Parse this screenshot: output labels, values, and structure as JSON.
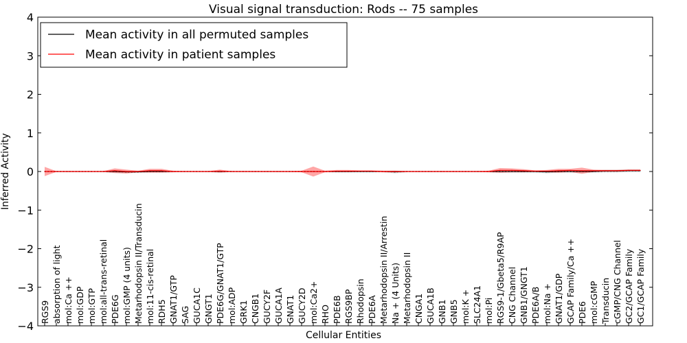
{
  "chart_data": {
    "type": "line",
    "title": "Visual signal transduction: Rods -- 75 samples",
    "xlabel": "Cellular Entities",
    "ylabel": "Inferred Activity",
    "ylim": [
      -4,
      4
    ],
    "yticks": [
      "−4",
      "−3",
      "−2",
      "−1",
      "0",
      "1",
      "2",
      "3",
      "4"
    ],
    "grid": false,
    "legend_position": "top-left",
    "categories": [
      "RGS9",
      "absorption of light",
      "mol:Ca ++",
      "mol:GDP",
      "mol:GTP",
      "mol:all-trans-retinal",
      "PDE6G",
      "mol:GMP (4 units)",
      "Metarhodopsin II/Transducin",
      "mol:11-cis-retinal",
      "RDH5",
      "GNAT1/GTP",
      "SAG",
      "GUCA1C",
      "GNGT1",
      "PDE6G/GNAT1/GTP",
      "mol:ADP",
      "GRK1",
      "CNGB1",
      "GUCY2F",
      "GUCA1A",
      "GNAT1",
      "GUCY2D",
      "mol:Ca2+",
      "RHO",
      "PDE6B",
      "RGS9BP",
      "Rhodopsin",
      "PDE6A",
      "Metarhodopsin II/Arrestin",
      "Na + (4 Units)",
      "Metarhodopsin II",
      "CNGA1",
      "GUCA1B",
      "GNB1",
      "GNB5",
      "mol:K +",
      "SLC24A1",
      "mol:Pi",
      "RGS9-1/Gbeta5/R9AP",
      "CNG Channel",
      "GNB1/GNGT1",
      "PDE6A/B",
      "mol:Na +",
      "GNAT1/GDP",
      "GCAP Family/Ca ++",
      "PDE6",
      "mol:cGMP",
      "Transducin",
      "cGMP/CNG Channel",
      "GC2/GCAP Family",
      "GC1/GCAP Family"
    ],
    "series": [
      {
        "name": "Mean activity in all permuted samples",
        "color": "#000000",
        "values": [
          0,
          0,
          0,
          0,
          0,
          0,
          0,
          -0.01,
          -0.01,
          0,
          0,
          0,
          0,
          0,
          0,
          0,
          0,
          0,
          0,
          0,
          0,
          0,
          0,
          0,
          0,
          0,
          0,
          0,
          0,
          0,
          -0.01,
          0,
          0,
          0,
          0,
          0,
          0,
          0,
          0,
          0,
          0,
          0,
          0,
          -0.01,
          0,
          0,
          0,
          0,
          0.01,
          0.01,
          0.02,
          0.02
        ],
        "spread": [
          0.02,
          0.02,
          0.02,
          0.02,
          0.02,
          0.02,
          0.03,
          0.03,
          0.03,
          0.02,
          0.02,
          0.02,
          0.02,
          0.02,
          0.02,
          0.02,
          0.02,
          0.02,
          0.02,
          0.02,
          0.02,
          0.02,
          0.02,
          0.02,
          0.02,
          0.02,
          0.02,
          0.02,
          0.02,
          0.02,
          0.04,
          0.02,
          0.02,
          0.02,
          0.02,
          0.02,
          0.02,
          0.02,
          0.02,
          0.03,
          0.03,
          0.03,
          0.03,
          0.04,
          0.03,
          0.03,
          0.03,
          0.03,
          0.04,
          0.04,
          0.04,
          0.04
        ]
      },
      {
        "name": "Mean activity in patient samples",
        "color": "#ff0000",
        "values": [
          0,
          0,
          0,
          0,
          0,
          0,
          0.02,
          0,
          0,
          0.02,
          0.02,
          0,
          0,
          0,
          0,
          0.01,
          0,
          0,
          0,
          0,
          0,
          0,
          0,
          0,
          0,
          0.01,
          0.01,
          0.01,
          0.01,
          0,
          0,
          0,
          0,
          0,
          0,
          0,
          0,
          0,
          0,
          0.03,
          0.03,
          0.02,
          0.01,
          0.01,
          0.02,
          0.03,
          0.02,
          0.02,
          0.02,
          0.02,
          0.03,
          0.03
        ],
        "spread": [
          0.12,
          0.01,
          0.01,
          0.01,
          0.01,
          0.01,
          0.06,
          0.05,
          0.02,
          0.05,
          0.05,
          0.02,
          0.01,
          0.01,
          0.01,
          0.04,
          0.01,
          0.01,
          0.01,
          0.01,
          0.01,
          0.01,
          0.02,
          0.13,
          0.02,
          0.03,
          0.03,
          0.02,
          0.02,
          0.02,
          0.02,
          0.01,
          0.01,
          0.01,
          0.01,
          0.01,
          0.01,
          0.01,
          0.02,
          0.06,
          0.05,
          0.04,
          0.02,
          0.03,
          0.05,
          0.04,
          0.08,
          0.03,
          0.02,
          0.02,
          0.02,
          0.02
        ]
      }
    ]
  }
}
